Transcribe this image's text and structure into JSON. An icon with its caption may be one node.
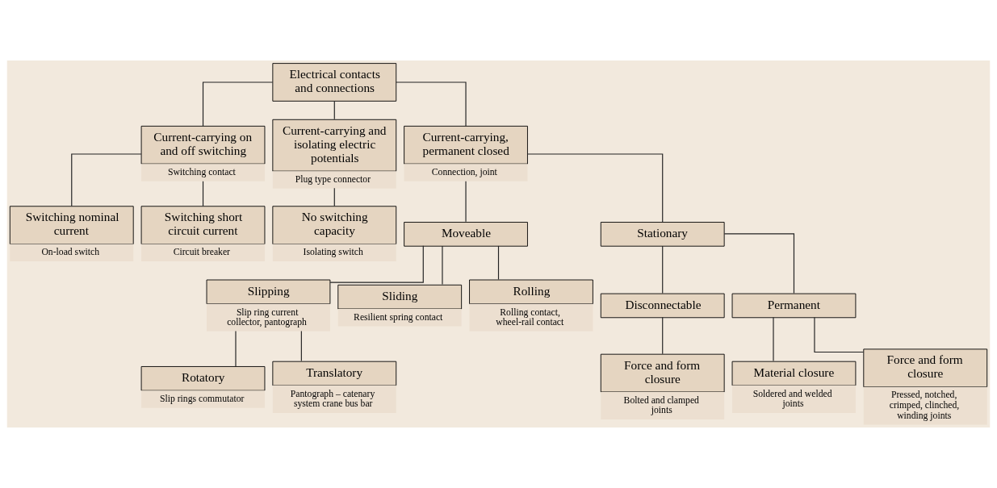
{
  "diagram": {
    "nodes": [
      {
        "text": [
          "Electrical contacts and connections"
        ]
      },
      {
        "text": [
          "Current-carrying on and off switching",
          "Switching contact"
        ]
      },
      {
        "text": [
          "Current-carrying and isolating electric potentials",
          "Plug type connector"
        ]
      },
      {
        "text": [
          "Current-carrying, permanent closed",
          "Connection, joint"
        ]
      },
      {
        "text": [
          "Switching nominal current",
          "On-load switch"
        ]
      },
      {
        "text": [
          "Switching short circuit current",
          "Circuit breaker"
        ]
      },
      {
        "text": [
          "No switching capacity",
          "Isolating switch"
        ]
      },
      {
        "text": [
          "Moveable"
        ]
      },
      {
        "text": [
          "Stationary"
        ]
      },
      {
        "text": [
          "Slipping",
          "Slip ring current collector, pantograph"
        ]
      },
      {
        "text": [
          "Sliding",
          "Resilient spring contact"
        ]
      },
      {
        "text": [
          "Rolling",
          "Rolling contact, wheel-rail contact"
        ]
      },
      {
        "text": [
          "Disconnectable"
        ]
      },
      {
        "text": [
          "Permanent"
        ]
      },
      {
        "text": [
          "Rotatory",
          "Slip rings commutator"
        ]
      },
      {
        "text": [
          "Translatory",
          "Pantograph – catenary system crane bus bar"
        ]
      },
      {
        "text": [
          "Force and form closure",
          "Bolted and clamped joints"
        ]
      },
      {
        "text": [
          "Material closure",
          "Soldered and welded joints"
        ]
      },
      {
        "text": [
          "Force and form closure",
          "Pressed, notched, crimped, clinched, winding joints"
        ]
      }
    ],
    "edges": [
      {
        "from": 0,
        "to": 1,
        "arrow": "none"
      },
      {
        "from": 0,
        "to": 2,
        "arrow": "none"
      },
      {
        "from": 0,
        "to": 3,
        "arrow": "none"
      },
      {
        "from": 1,
        "to": 4,
        "arrow": "none"
      },
      {
        "from": 1,
        "to": 5,
        "arrow": "none"
      },
      {
        "from": 2,
        "to": 6,
        "arrow": "none"
      },
      {
        "from": 3,
        "to": 7,
        "arrow": "none"
      },
      {
        "from": 3,
        "to": 8,
        "arrow": "none"
      },
      {
        "from": 7,
        "to": 9,
        "arrow": "none"
      },
      {
        "from": 7,
        "to": 10,
        "arrow": "none"
      },
      {
        "from": 7,
        "to": 11,
        "arrow": "none"
      },
      {
        "from": 8,
        "to": 12,
        "arrow": "none"
      },
      {
        "from": 8,
        "to": 13,
        "arrow": "none"
      },
      {
        "from": 9,
        "to": 14,
        "arrow": "none"
      },
      {
        "from": 9,
        "to": 15,
        "arrow": "none"
      },
      {
        "from": 12,
        "to": 16,
        "arrow": "none"
      },
      {
        "from": 13,
        "to": 17,
        "arrow": "none"
      },
      {
        "from": 13,
        "to": 18,
        "arrow": "none"
      }
    ]
  }
}
